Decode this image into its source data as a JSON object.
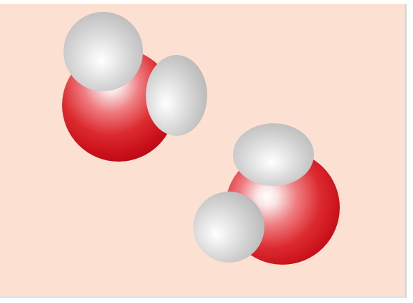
{
  "scene": {
    "background_color": "#fce1d2",
    "molecules": [
      {
        "name": "water-molecule-1",
        "atoms": [
          {
            "element": "oxygen",
            "color": "#d8121d"
          },
          {
            "element": "hydrogen",
            "color": "#cfcfcf"
          },
          {
            "element": "hydrogen",
            "color": "#cfcfcf"
          }
        ]
      },
      {
        "name": "water-molecule-2",
        "atoms": [
          {
            "element": "oxygen",
            "color": "#d8121d"
          },
          {
            "element": "hydrogen",
            "color": "#cfcfcf"
          },
          {
            "element": "hydrogen",
            "color": "#cfcfcf"
          }
        ]
      }
    ]
  }
}
